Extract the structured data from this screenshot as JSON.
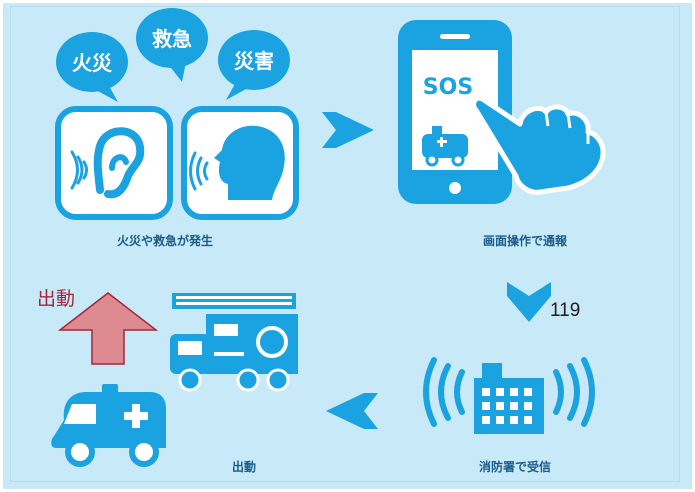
{
  "bubbles": {
    "fire": "火災",
    "emergency": "救急",
    "disaster": "災害"
  },
  "phone_screen": {
    "sos": "SOS"
  },
  "captions": {
    "occur": "火災や救急が発生",
    "call": "画面操作で通報",
    "receive": "消防署で受信",
    "dispatch": "出動"
  },
  "labels": {
    "dispatch_red": "出動",
    "number": "119"
  },
  "colors": {
    "background": "#c8e9f7",
    "primary": "#1aa3e0",
    "dark_blue": "#1a5d8a",
    "arrow_red_fill": "#dd8a90",
    "arrow_red_stroke": "#a4283c"
  }
}
